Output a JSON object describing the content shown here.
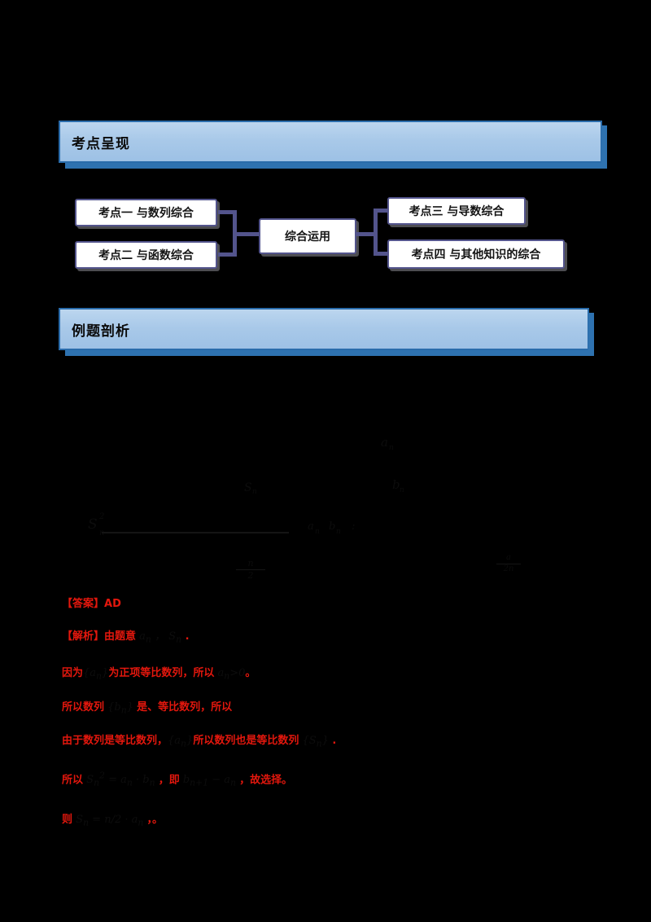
{
  "document": {
    "page_background": "#000000",
    "accent_blue": "#2a6cab",
    "banner_fill": "#a9c9e9",
    "node_border": "#53548c",
    "red": "#e3170d"
  },
  "sections": [
    {
      "id": "kaodian-chengxian",
      "label": "考点呈现"
    },
    {
      "id": "liti-pouxi",
      "label": "例题剖析"
    }
  ],
  "flowchart": {
    "center": {
      "label": "综合运用"
    },
    "left_nodes": [
      {
        "label": "考点一  与数列综合"
      },
      {
        "label": "考点二  与函数综合"
      }
    ],
    "right_nodes": [
      {
        "label": "考点三  与导数综合"
      },
      {
        "label": "考点四  与其他知识的综合"
      }
    ]
  },
  "math_body": {
    "fragments": [
      {
        "text": "a",
        "sub": "n"
      },
      {
        "text": "S",
        "sub": "n"
      },
      {
        "text": "b",
        "sub": "n"
      },
      {
        "text": "n"
      },
      {
        "text": "2"
      },
      {
        "text": "1"
      }
    ],
    "fraction_bar": true
  },
  "solution_lines": [
    {
      "label": "【答案】",
      "text": "AD"
    },
    {
      "label": "【解析】",
      "text": "由题意"
    },
    {
      "label": "因为",
      "text": "为正项等比数列，所以",
      "tail": "。"
    },
    {
      "label": "所以数列",
      "text": "是、等比数列，所以"
    },
    {
      "label": "由于数列是等比数列，",
      "text": "所以数列也是等比数列"
    },
    {
      "label": "所以",
      "text": "，即",
      "tail": "，故选择。"
    },
    {
      "label": "则",
      "text": "，。"
    }
  ]
}
